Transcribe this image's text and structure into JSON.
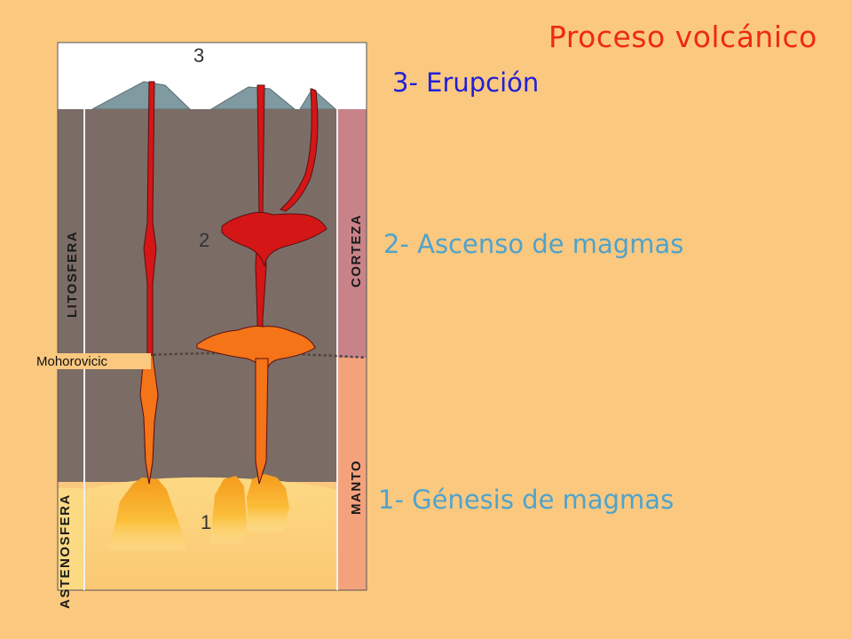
{
  "title": "Proceso volcánico",
  "steps": {
    "step3": "3- Erupción",
    "step2": "2- Ascenso de magmas",
    "step1": "1- Génesis de magmas"
  },
  "diagram": {
    "stage_numbers": {
      "three": "3",
      "two": "2",
      "one": "1"
    },
    "left_labels": {
      "lithosphere": "LITOSFERA",
      "asthenosphere": "ASTENOSFERA"
    },
    "right_labels": {
      "crust": "CORTEZA",
      "mantle": "MANTO"
    },
    "moho_label": "Mohorovicic"
  },
  "colors": {
    "background": "#fbc87f",
    "title": "#ee2a12",
    "step3": "#2020d8",
    "step1_2": "#4fa3cc",
    "rock": "#7b6c66",
    "crust_band": "#c8838a",
    "mantle_band": "#f4a27c",
    "magma_red": "#d41616",
    "magma_orange": "#f57418",
    "asthenosphere": "#fbd27a"
  }
}
